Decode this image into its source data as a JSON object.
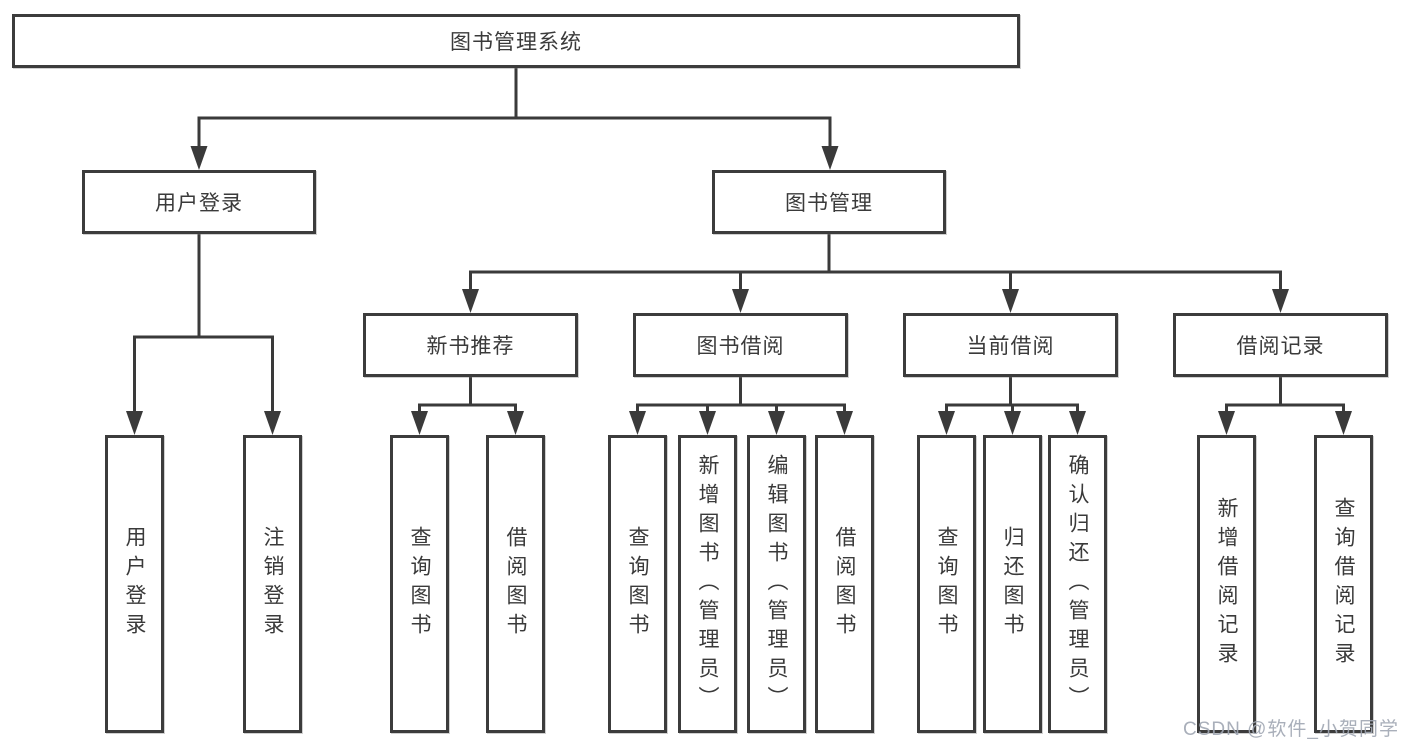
{
  "diagram": {
    "root_label": "图书管理系统",
    "branches": [
      {
        "label": "用户登录",
        "leaves": [
          "用户登录",
          "注销登录"
        ]
      },
      {
        "label": "图书管理",
        "children": [
          {
            "label": "新书推荐",
            "leaves": [
              "查询图书",
              "借阅图书"
            ]
          },
          {
            "label": "图书借阅",
            "leaves": [
              "查询图书",
              "新增图书（管理员）",
              "编辑图书（管理员）",
              "借阅图书"
            ]
          },
          {
            "label": "当前借阅",
            "leaves": [
              "查询图书",
              "归还图书",
              "确认归还（管理员）"
            ]
          },
          {
            "label": "借阅记录",
            "leaves": [
              "新增借阅记录",
              "查询借阅记录"
            ]
          }
        ]
      }
    ]
  },
  "watermark": {
    "label": "CSDN @软件_小贺同学"
  },
  "colors": {
    "line": "#3a3a3a",
    "box_border": "#3c3c3c",
    "text": "#3a3a3a",
    "watermark": "#a0a6b2",
    "background": "#ffffff"
  }
}
